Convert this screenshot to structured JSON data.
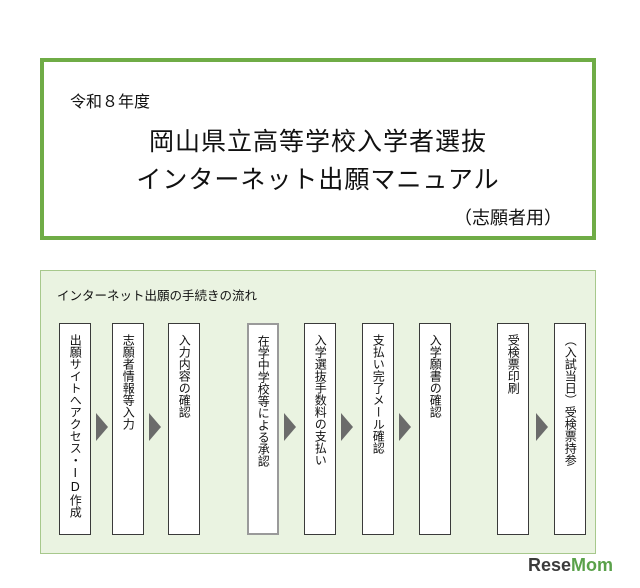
{
  "header": {
    "era": "令和８年度",
    "title_line1": "岡山県立高等学校入学者選抜",
    "title_line2": "インターネット出願マニュアル",
    "audience": "（志願者用）"
  },
  "flow": {
    "heading": "インターネット出願の手続きの流れ",
    "steps": [
      {
        "label": "出願サイトへアクセス・ID作成"
      },
      {
        "label": "志願者情報等入力"
      },
      {
        "label": "入力内容の確認"
      },
      {
        "label": "在学中学校等による承認"
      },
      {
        "label": "入学選抜手数料の支払い"
      },
      {
        "label": "支払い完了メール確認"
      },
      {
        "label": "入学願書の確認"
      },
      {
        "label": "受検票印刷"
      },
      {
        "label": "（入試当日）受検票持参"
      }
    ]
  },
  "watermark": {
    "text_left": "Rese",
    "text_right": "Mom"
  },
  "colors": {
    "frame_green": "#6fac46",
    "panel_bg": "#eaf3e1",
    "arrow": "#6b6b6b"
  }
}
